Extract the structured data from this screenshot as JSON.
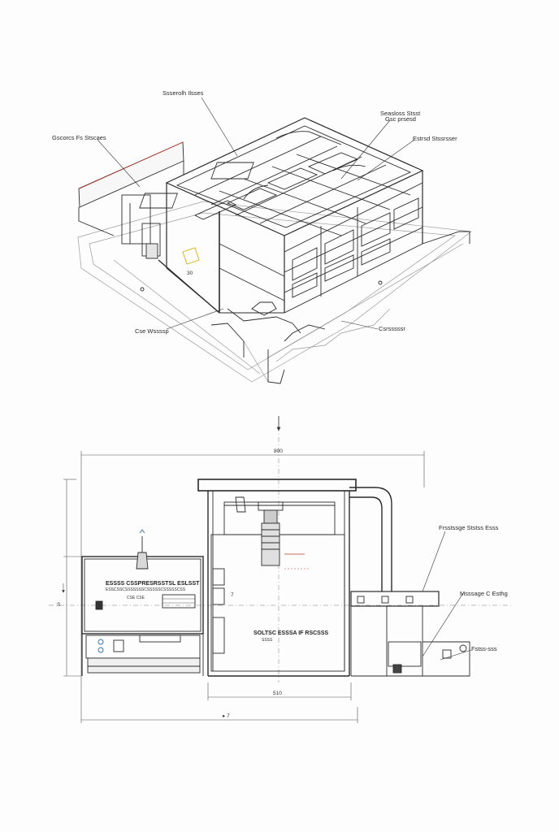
{
  "colors": {
    "ink": "#2b2b2b",
    "light_ink": "#9a9a9a",
    "accent_red": "#c0392b",
    "accent_blue": "#2c6fb0",
    "accent_yellow": "#d4b106"
  },
  "isometric": {
    "labels": {
      "top_center": "Ssserolh Ilsses",
      "left": "Gscorcs Fs Stscaes",
      "top_right_1": "Seasloss Stsst",
      "top_right_2": "Gsc prsesd",
      "right": "Estrsd Stssrsser",
      "bottom_left": "Cse Wssssp",
      "bottom_right": "Csrsssssr"
    }
  },
  "section": {
    "labels": {
      "left_block_title": "ESSSS CSSPRESRSSTSL ESLSST",
      "left_block_sub": "ESSCSSCSSSSSSSCSSSSSCSSSSSCSS",
      "left_block_small": "CSE  CSE",
      "main_title": "SOLTSC ESSSA IF RSCSSS",
      "main_sub": "SSSS",
      "right_1": "Frsstssge Ststss Esss",
      "right_2": "Msssage C Esthg",
      "right_3": "Fstss-sss"
    },
    "dimensions": {
      "top": "800",
      "mid": "510",
      "bottom": "▸ 7",
      "side": "S"
    }
  }
}
